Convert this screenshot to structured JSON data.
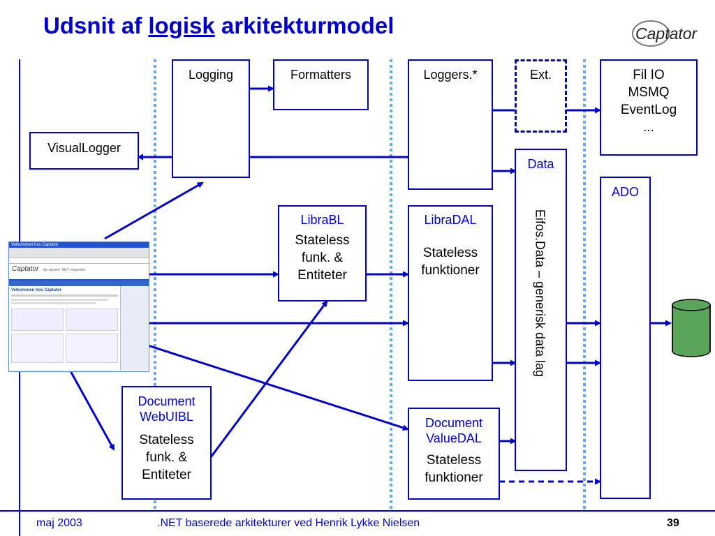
{
  "title": {
    "prefix": "Udsnit af ",
    "emphasis": "logisk",
    "suffix": " arkitekturmodel"
  },
  "logo": {
    "text": "Captator"
  },
  "boxes": {
    "logging": "Logging",
    "formatters": "Formatters",
    "loggers": "Loggers.*",
    "ext": "Ext.",
    "filio": [
      "Fil IO",
      "MSMQ",
      "EventLog",
      "..."
    ],
    "visuallogger": "VisualLogger",
    "data": "Data",
    "ado": "ADO",
    "librabl": {
      "name": "LibraBL",
      "desc": [
        "Stateless",
        "funk. &",
        "Entiteter"
      ]
    },
    "libradal": {
      "name": "LibraDAL",
      "desc": [
        "Stateless",
        "funktioner"
      ]
    },
    "eifos": "Eifos.Data – generisk data lag",
    "docwebuibl": {
      "name": [
        "Document",
        "WebUIBL"
      ],
      "desc": [
        "Stateless",
        "funk. &",
        "Entiteter"
      ]
    },
    "docvaluedal": {
      "name": [
        "Document",
        "ValueDAL"
      ],
      "desc": [
        "Stateless",
        "funktioner"
      ]
    }
  },
  "screenshot": {
    "window_title": "Velkommen hos Captator",
    "brand": "Captator",
    "tagline": "din danske .NET ekspertise",
    "heading": "Velkommen hos Captator"
  },
  "colors": {
    "accent": "#0000cc",
    "tier_divider": "#66aaee",
    "database": "#5aa55a"
  },
  "footer": {
    "date": "maj 2003",
    "subject": ".NET baserede arkitekturer ved Henrik Lykke Nielsen",
    "page": "39"
  }
}
